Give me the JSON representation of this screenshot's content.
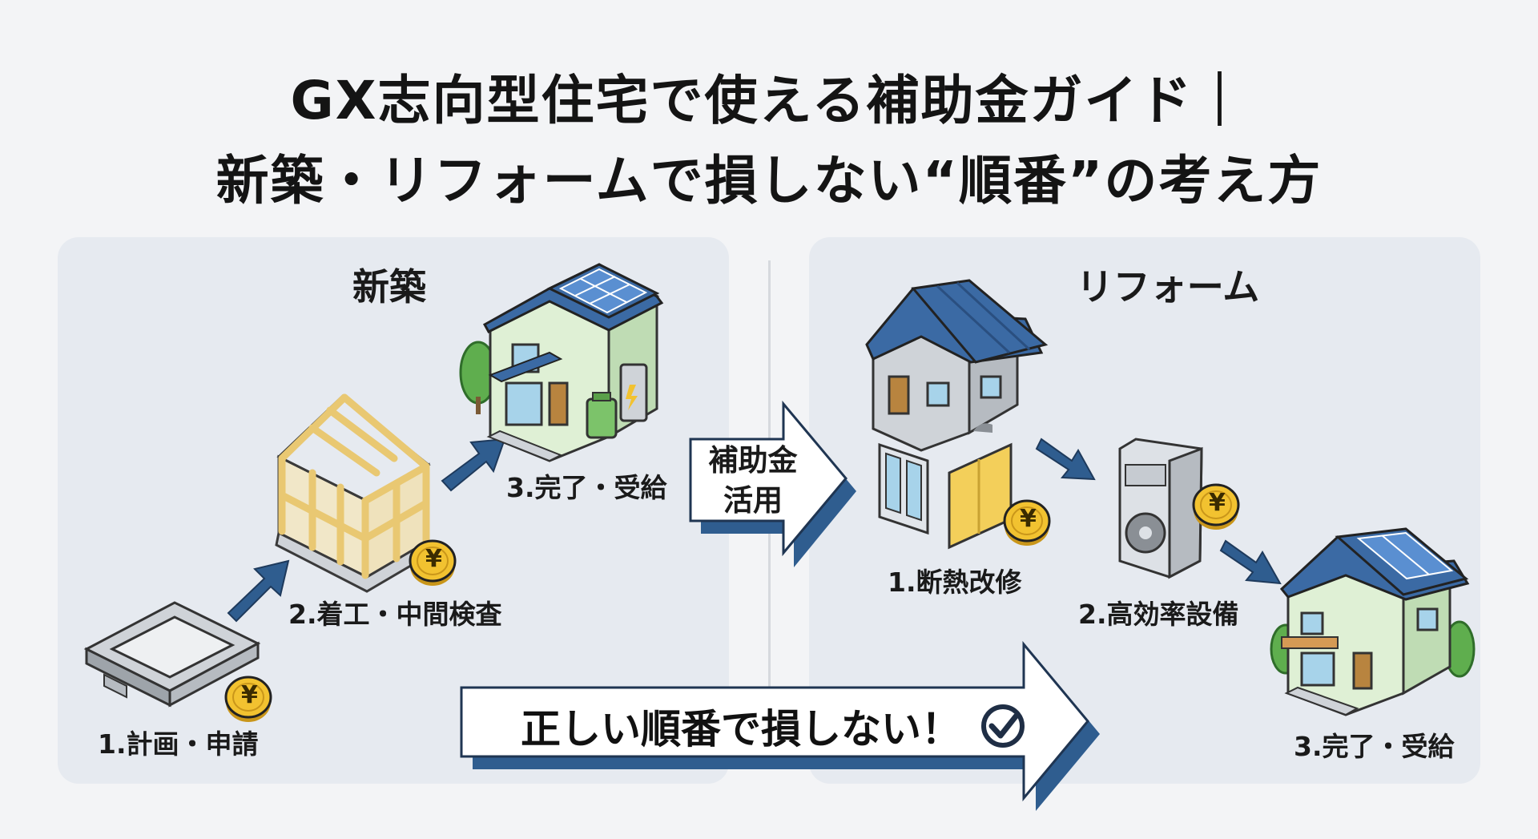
{
  "title": {
    "line1": "GX志向型住宅で使える補助金ガイド｜",
    "line2": "新築・リフォームで損しない“順番”の考え方"
  },
  "new_build": {
    "heading": "新築",
    "steps": [
      "1.計画・申請",
      "2.着工・中間検査",
      "3.完了・受給"
    ]
  },
  "reform": {
    "heading": "リフォーム",
    "steps": [
      "1.断熱改修",
      "2.高効率設備",
      "3.完了・受給"
    ]
  },
  "center_arrow": {
    "line1": "補助金",
    "line2": "活用"
  },
  "banner": {
    "text": "正しい順番で損しない！"
  },
  "coin_symbol": "¥",
  "colors": {
    "panel": "#e6eaf0",
    "arrow_blue": "#2f5d8f",
    "roof_blue": "#3b6aa4",
    "coin": "#f2c230",
    "frame": "#e9c872",
    "wall_green": "#dff0d5"
  }
}
